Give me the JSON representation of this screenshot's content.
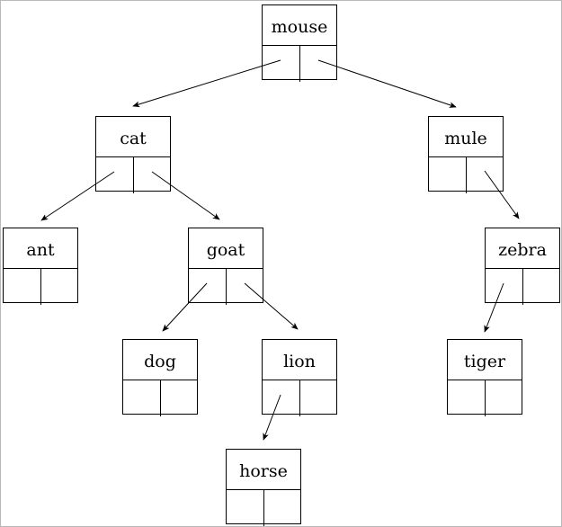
{
  "diagram": {
    "type": "binary-tree-linked-node-diagram",
    "background_color": "#ffffff",
    "node_border_color": "#000000",
    "edge_color": "#000000",
    "text_color": "#000000",
    "frame_border_color": "#b9b9b9"
  },
  "nodes": [
    {
      "id": "mouse",
      "label": "mouse"
    },
    {
      "id": "cat",
      "label": "cat"
    },
    {
      "id": "mule",
      "label": "mule"
    },
    {
      "id": "ant",
      "label": "ant"
    },
    {
      "id": "goat",
      "label": "goat"
    },
    {
      "id": "zebra",
      "label": "zebra"
    },
    {
      "id": "dog",
      "label": "dog"
    },
    {
      "id": "lion",
      "label": "lion"
    },
    {
      "id": "tiger",
      "label": "tiger"
    },
    {
      "id": "horse",
      "label": "horse"
    }
  ],
  "edges": [
    {
      "from": "mouse",
      "via": "left-pointer",
      "to": "cat"
    },
    {
      "from": "mouse",
      "via": "right-pointer",
      "to": "mule"
    },
    {
      "from": "cat",
      "via": "left-pointer",
      "to": "ant"
    },
    {
      "from": "cat",
      "via": "right-pointer",
      "to": "goat"
    },
    {
      "from": "mule",
      "via": "right-pointer",
      "to": "zebra"
    },
    {
      "from": "goat",
      "via": "left-pointer",
      "to": "dog"
    },
    {
      "from": "goat",
      "via": "right-pointer",
      "to": "lion"
    },
    {
      "from": "zebra",
      "via": "left-pointer",
      "to": "tiger"
    },
    {
      "from": "lion",
      "via": "left-pointer",
      "to": "horse"
    }
  ]
}
